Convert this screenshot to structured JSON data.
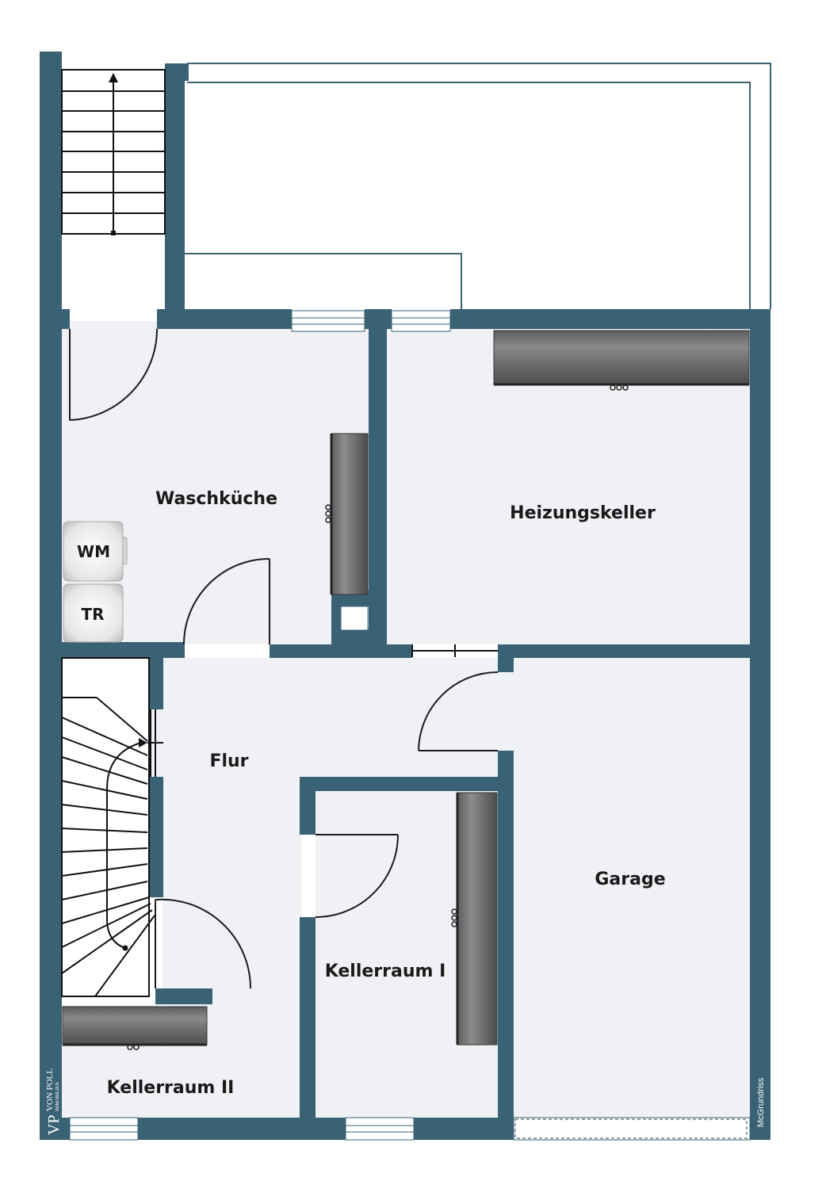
{
  "rooms": {
    "waschkueche": "Waschküche",
    "heizungskeller": "Heizungskeller",
    "flur": "Flur",
    "kellerraum1": "Kellerraum I",
    "kellerraum2": "Kellerraum II",
    "garage": "Garage"
  },
  "appliances": {
    "washer": "WM",
    "dryer": "TR"
  },
  "logo": {
    "initials": "VP",
    "name": "VON POLL",
    "sub": "IMMOBILIEN"
  },
  "credit": "McGrundriss",
  "colors": {
    "wall": "#3a6275",
    "floor": "#eff1f5"
  }
}
